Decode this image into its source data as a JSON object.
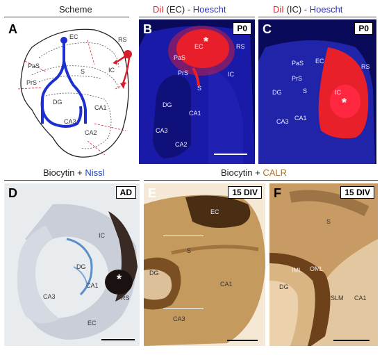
{
  "headers": {
    "scheme": "Scheme",
    "b_dil": "DiI",
    "b_mid": " (EC) - ",
    "b_hoe": "Hoescht",
    "c_dil": "DiI",
    "c_mid": " (IC) - ",
    "c_hoe": "Hoescht",
    "d_bio": "Biocytin + ",
    "d_nissl": "Nissl",
    "ef_bio": "Biocytin + ",
    "ef_calr": "CALR"
  },
  "panels": {
    "A": {
      "letter": "A",
      "labels": {
        "EC": "EC",
        "RS": "RS",
        "PaS": "PaS",
        "PrS": "PrS",
        "S": "S",
        "IC": "IC",
        "DG": "DG",
        "CA1": "CA1",
        "CA3": "CA3",
        "CA2": "CA2"
      }
    },
    "B": {
      "letter": "B",
      "badge": "P0",
      "labels": {
        "EC": "EC",
        "RS": "RS",
        "PaS": "PaS",
        "PrS": "PrS",
        "S": "S",
        "IC": "IC",
        "DG": "DG",
        "CA1": "CA1",
        "CA3": "CA3",
        "CA2": "CA2",
        "star": "*"
      }
    },
    "C": {
      "letter": "C",
      "badge": "P0",
      "labels": {
        "PaS": "PaS",
        "EC": "EC",
        "PrS": "PrS",
        "RS": "RS",
        "DG": "DG",
        "S": "S",
        "IC": "IC",
        "CA3": "CA3",
        "CA1": "CA1",
        "star": "*"
      }
    },
    "D": {
      "letter": "D",
      "badge": "AD",
      "labels": {
        "IC": "IC",
        "DG": "DG",
        "CA1": "CA1",
        "CA3": "CA3",
        "RS": "RS",
        "EC": "EC",
        "star": "*"
      }
    },
    "E": {
      "letter": "E",
      "badge": "15 DIV",
      "labels": {
        "EC": "EC",
        "S": "S",
        "DG": "DG",
        "CA1": "CA1",
        "CA3": "CA3"
      }
    },
    "F": {
      "letter": "F",
      "badge": "15 DIV",
      "labels": {
        "S": "S",
        "IML": "IML",
        "OML": "OML",
        "DG": "DG",
        "SLM": "SLM",
        "CA1": "CA1"
      }
    }
  },
  "colors": {
    "dil_red": "#e8202a",
    "hoechst_blue": "#2a2fd0",
    "nissl_blue": "#1f3fbf",
    "calr_brown": "#a8742f",
    "scheme_blue": "#1e2fd0",
    "scheme_red": "#d81e2a"
  }
}
